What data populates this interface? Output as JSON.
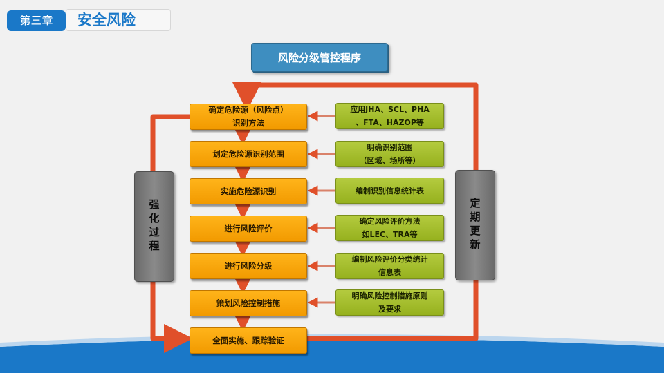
{
  "header": {
    "chapter": "第三章",
    "title": "安全风险"
  },
  "diagram": {
    "title": "风险分级管控程序",
    "steps": [
      "确定危险源（风险点）\n识别方法",
      "划定危险源识别范围",
      "实施危险源识别",
      "进行风险评价",
      "进行风险分级",
      "策划风险控制措施",
      "全面实施、跟踪验证"
    ],
    "notes": [
      "应用JHA、SCL、PHA\n、FTA、HAZOP等",
      "明确识别范围\n（区域、场所等）",
      "编制识别信息统计表",
      "确定风险评价方法\n如LEC、TRA等",
      "编制风险评价分类统计\n信息表",
      "明确风险控制措施原则\n及要求"
    ],
    "left_label": "强化过程",
    "right_label": "定期更新"
  },
  "colors": {
    "accent": "#1a78c8",
    "step": "#f5a300",
    "note": "#a4bd2c",
    "arrow": "#e0502a",
    "side": "#7a7a7a",
    "title_box": "#3e8ec0"
  }
}
